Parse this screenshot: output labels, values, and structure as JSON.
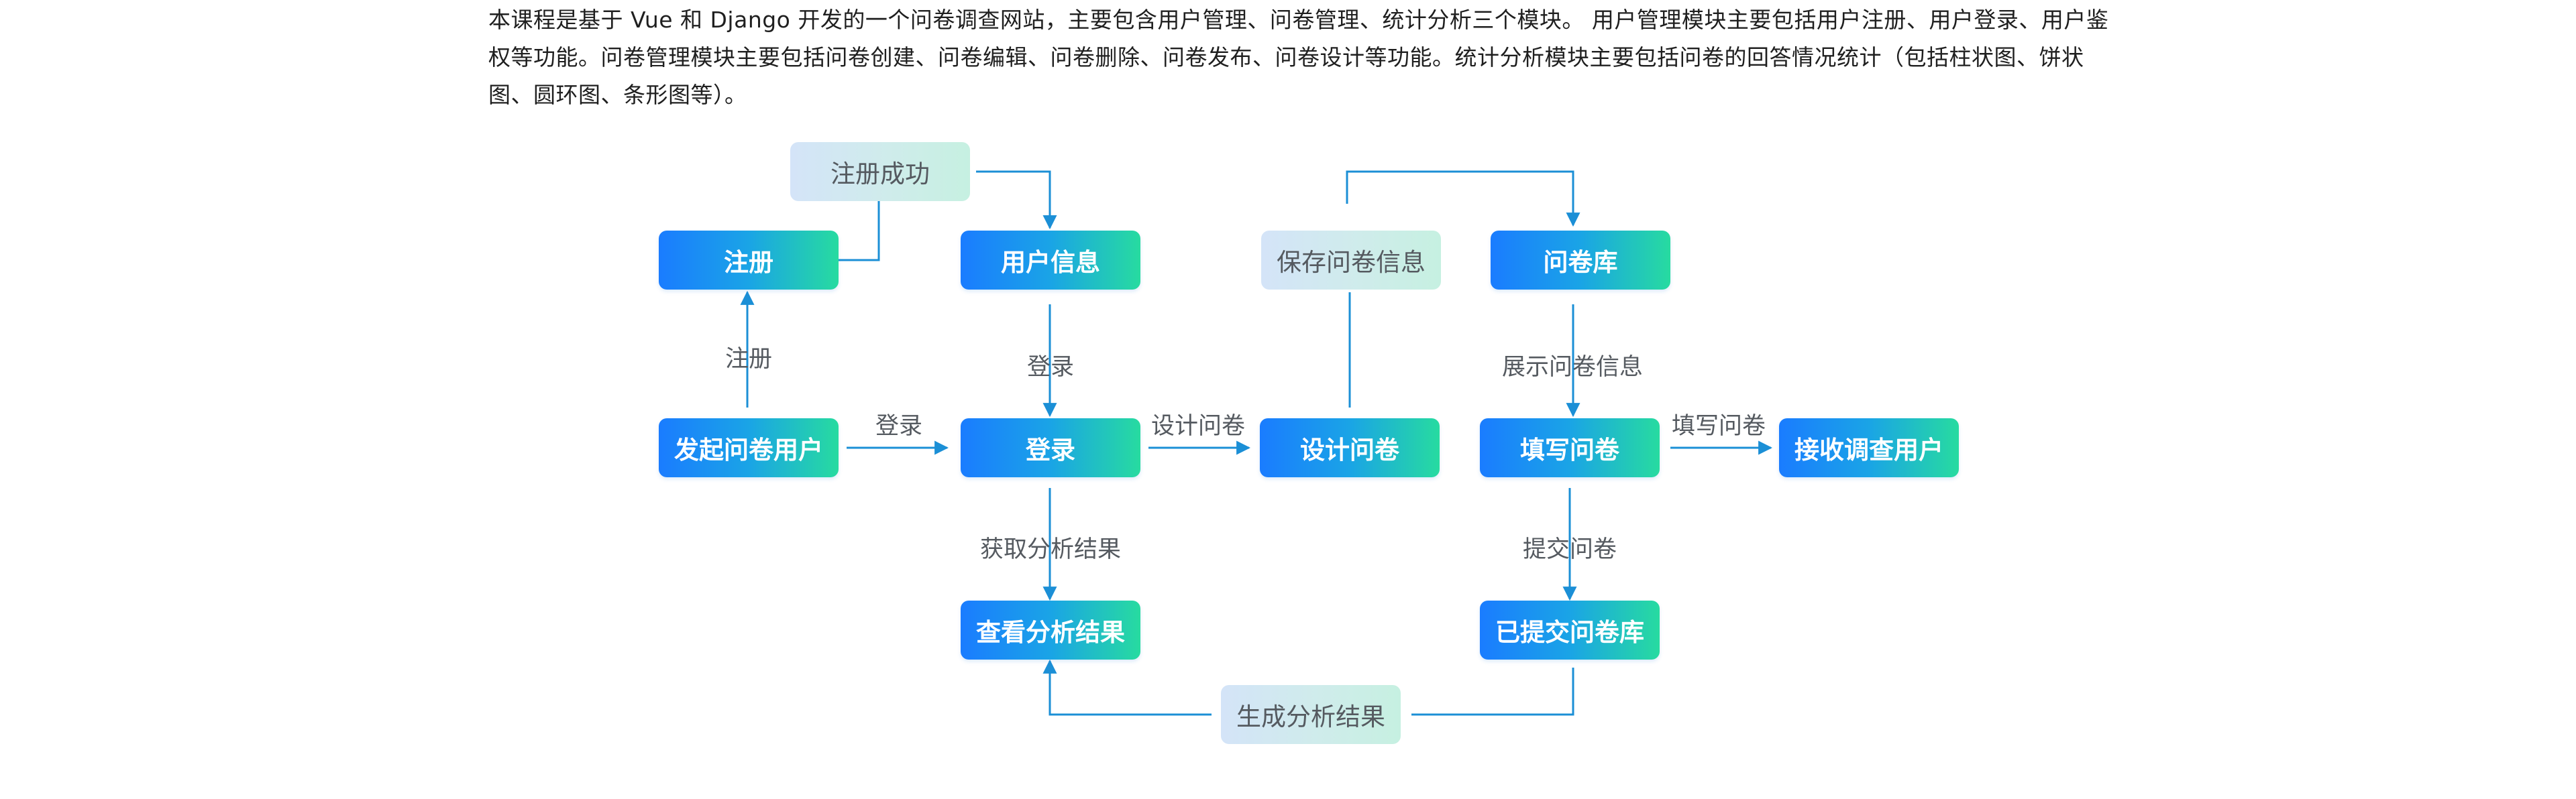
{
  "intro": {
    "text": "本课程是基于 Vue 和 Django 开发的一个问卷调查网站，主要包含用户管理、问卷管理、统计分析三个模块。 用户管理模块主要包括用户注册、用户登录、用户鉴权等功能。问卷管理模块主要包括问卷创建、问卷编辑、问卷删除、问卷发布、问卷设计等功能。统计分析模块主要包括问卷的回答情况统计（包括柱状图、饼状图、圆环图、条形图等）。"
  },
  "nodes": {
    "register_success": "注册成功",
    "register": "注册",
    "user_info": "用户信息",
    "save_survey_info": "保存问卷信息",
    "survey_bank": "问卷库",
    "initiator": "发起问卷用户",
    "login": "登录",
    "design_survey": "设计问卷",
    "fill_survey": "填写问卷",
    "respondent": "接收调查用户",
    "view_results": "查看分析结果",
    "submitted_bank": "已提交问卷库",
    "generate_results": "生成分析结果"
  },
  "edge_labels": {
    "register": "注册",
    "login_left": "登录",
    "login_up": "登录",
    "design": "设计问卷",
    "show_info": "展示问卷信息",
    "fill": "填写问卷",
    "get_results": "获取分析结果",
    "submit": "提交问卷"
  },
  "colors": {
    "gradient_start": "#1a7cff",
    "gradient_end": "#27dba0",
    "soft_start": "#d4e4f8",
    "soft_end": "#c6f0e1",
    "line": "#1b8fd6"
  }
}
